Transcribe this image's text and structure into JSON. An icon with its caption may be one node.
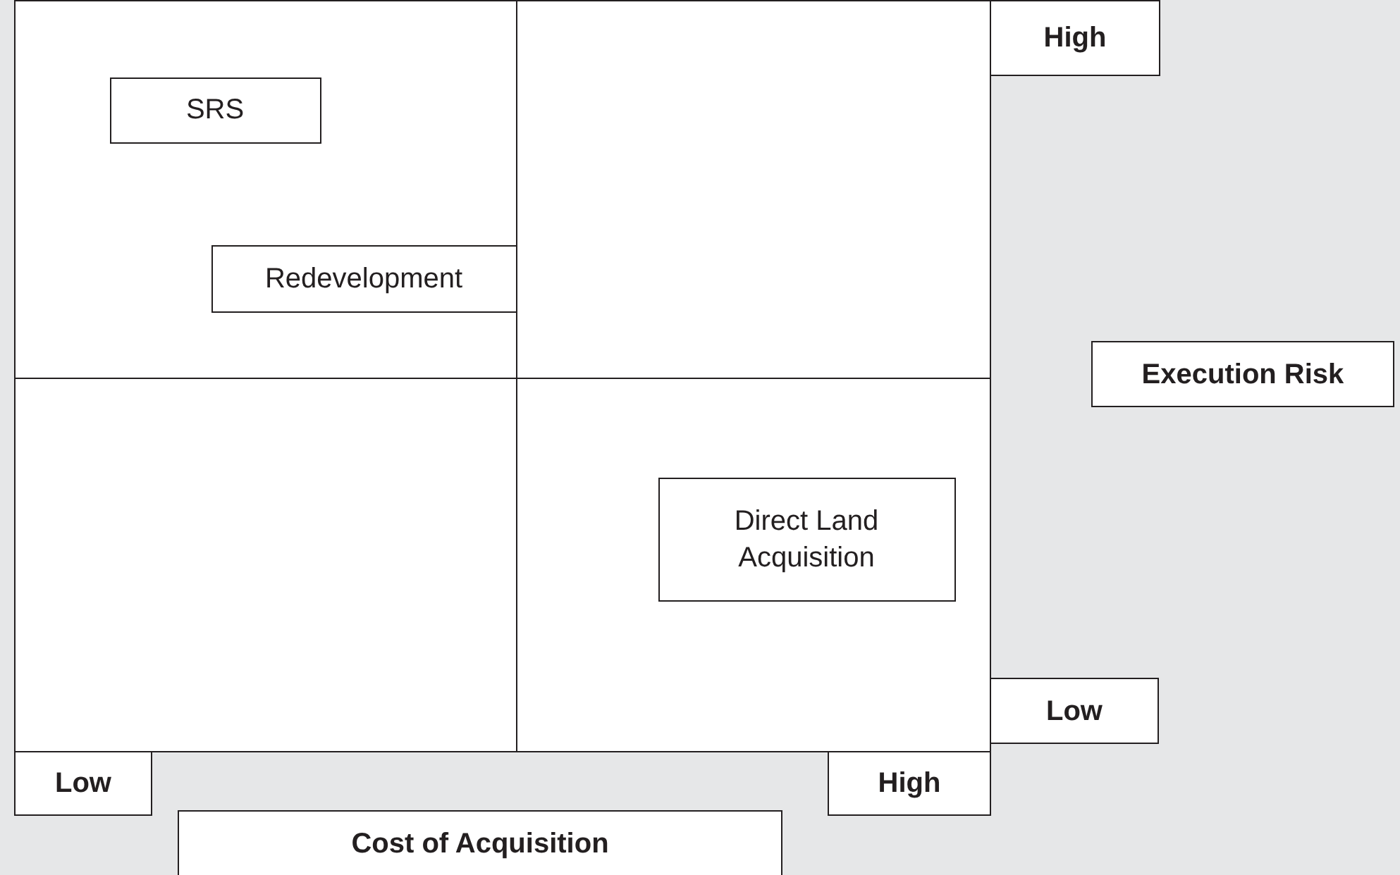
{
  "diagram": {
    "nodes": [
      {
        "text": [],
        "shape": "box"
      },
      {
        "text": [
          "SRS"
        ],
        "in": 0
      },
      {
        "text": [
          "Redevelopment"
        ],
        "in": 0
      },
      {
        "text": [],
        "shape": "box"
      },
      {
        "text": [
          "High"
        ]
      },
      {
        "text": [
          "Execution Risk"
        ]
      },
      {
        "text": [],
        "shape": "box"
      },
      {
        "text": [],
        "shape": "box"
      },
      {
        "text": [
          "Direct Land Acquisition"
        ],
        "in": 7
      },
      {
        "text": [
          "Low"
        ]
      },
      {
        "text": [
          "Low"
        ]
      },
      {
        "text": [
          "High"
        ]
      },
      {
        "text": [
          "Cost of Acquisition"
        ]
      }
    ]
  }
}
